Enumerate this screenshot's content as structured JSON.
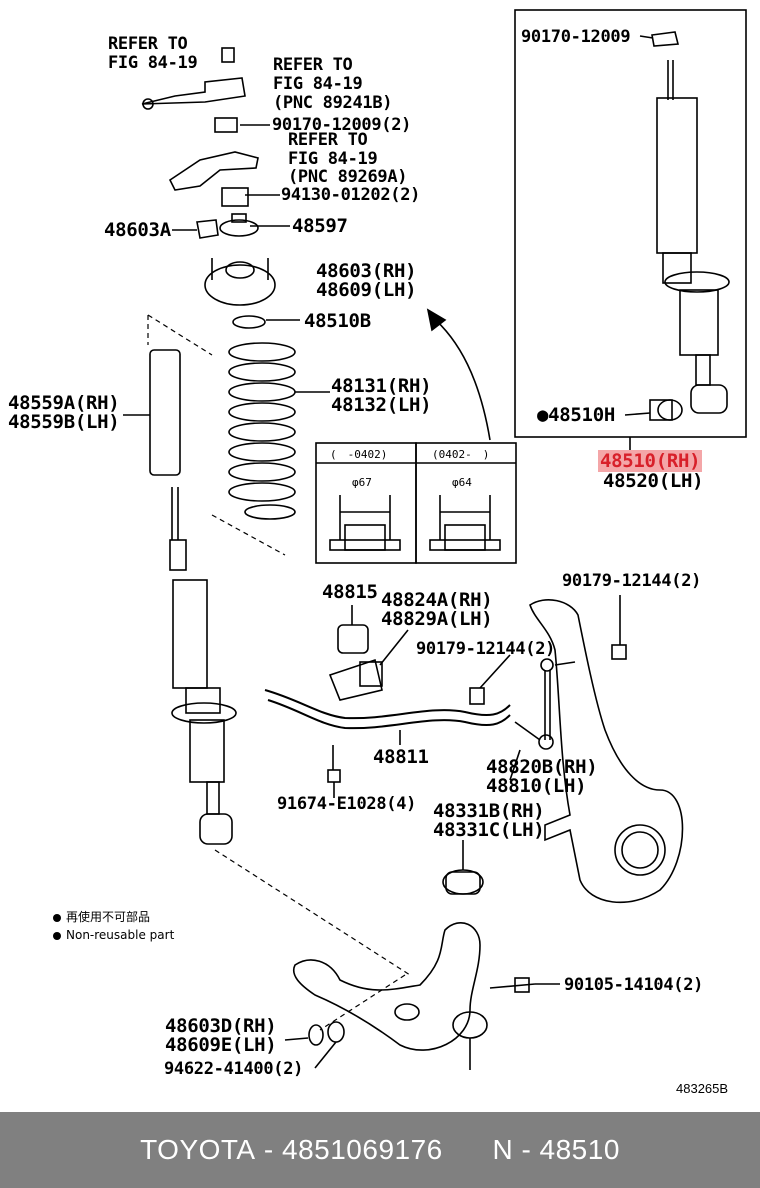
{
  "labels": {
    "refer_fig_a_1": "REFER TO",
    "refer_fig_a_2": "FIG 84-19",
    "refer_fig_b_1": "REFER TO",
    "refer_fig_b_2": "FIG 84-19",
    "refer_fig_b_3": "(PNC 89241B)",
    "nut_90170_2": "90170-12009(2)",
    "refer_fig_c_1": "REFER TO",
    "refer_fig_c_2": "FIG 84-19",
    "refer_fig_c_3": "(PNC 89269A)",
    "cushion_94130": "94130-01202(2)",
    "p48603A": "48603A",
    "p48597": "48597",
    "p48603_rh": "48603(RH)",
    "p48609_lh": "48609(LH)",
    "p48510B": "48510B",
    "p48131_rh": "48131(RH)",
    "p48132_lh": "48132(LH)",
    "p48559A_rh": "48559A(RH)",
    "p48559B_lh": "48559B(LH)",
    "inset_nut": "90170-12009",
    "inset_48510H": "●48510H",
    "p48510_rh": "48510(RH)",
    "p48520_lh": "48520(LH)",
    "p48815": "48815",
    "p48824A_rh": "48824A(RH)",
    "p48829A_lh": "48829A(LH)",
    "nut_90179_top": "90179-12144(2)",
    "nut_90179_mid": "90179-12144(2)",
    "p48811": "48811",
    "p48820B_rh": "48820B(RH)",
    "p48810_lh": "48810(LH)",
    "bolt_91674": "91674-E1028(4)",
    "p48331B_rh": "48331B(RH)",
    "p48331C_lh": "48331C(LH)",
    "bolt_90105": "90105-14104(2)",
    "p48603D_rh": "48603D(RH)",
    "p48609E_lh": "48609E(LH)",
    "washer_94622": "94622-41400(2)"
  },
  "detail_boxes": {
    "left_header": "(　-0402)",
    "right_header": "(0402-　)",
    "left_dim": "φ67",
    "right_dim": "φ64"
  },
  "notes": {
    "nonreusable_jp": "再使用不可部品",
    "nonreusable_en": "Non-reusable part"
  },
  "figure_ref": "483265B",
  "footer": {
    "brand": "TOYOTA",
    "part_number": "4851069176",
    "pnc": "N - 48510"
  },
  "colors": {
    "highlight_bg": "#f4a6a8",
    "highlight_text": "#d8202a",
    "footer_bg": "#808080"
  }
}
